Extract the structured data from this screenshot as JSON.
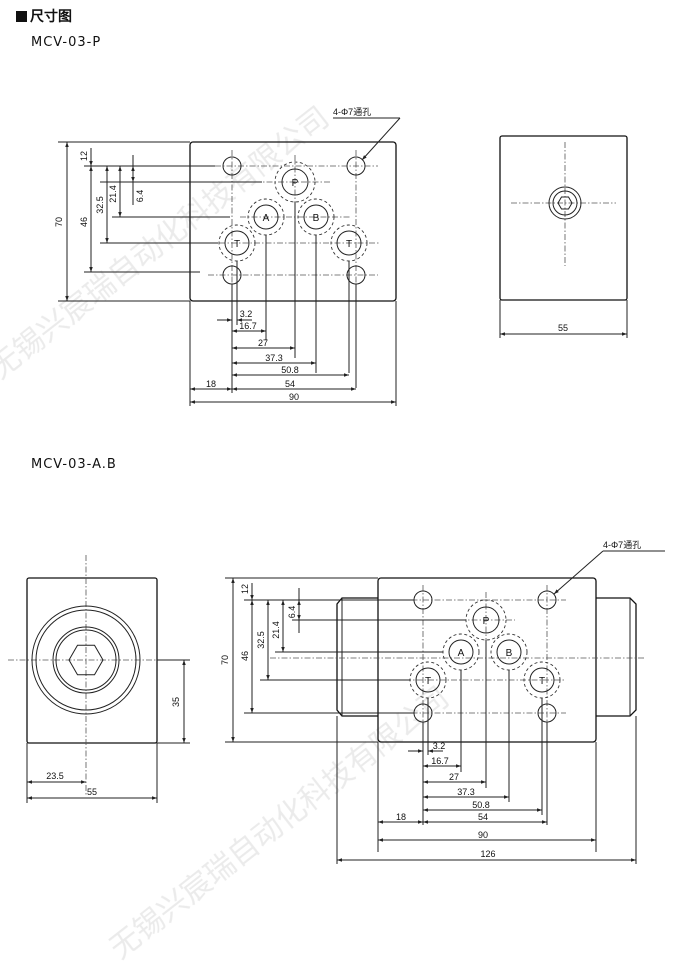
{
  "header": {
    "title": "尺寸图"
  },
  "views": {
    "p": {
      "model": "MCV-03-P"
    },
    "ab": {
      "model": "MCV-03-A.B"
    }
  },
  "annotations": {
    "hole_note": "4-Φ7通孔"
  },
  "ports": {
    "p": "P",
    "a": "A",
    "b": "B",
    "t": "T"
  },
  "dimensions": {
    "d12": "12",
    "d6_4": "6.4",
    "d21_4": "21.4",
    "d32_5": "32.5",
    "d46": "46",
    "d70": "70",
    "d3_2": "3.2",
    "d16_7": "16.7",
    "d27": "27",
    "d37_3": "37.3",
    "d50_8": "50.8",
    "d54": "54",
    "d90": "90",
    "d18": "18",
    "d55": "55",
    "d35": "35",
    "d23_5": "23.5",
    "d126": "126"
  },
  "watermark": {
    "text": "无锡兴宸瑞自动化科技有限公司"
  }
}
